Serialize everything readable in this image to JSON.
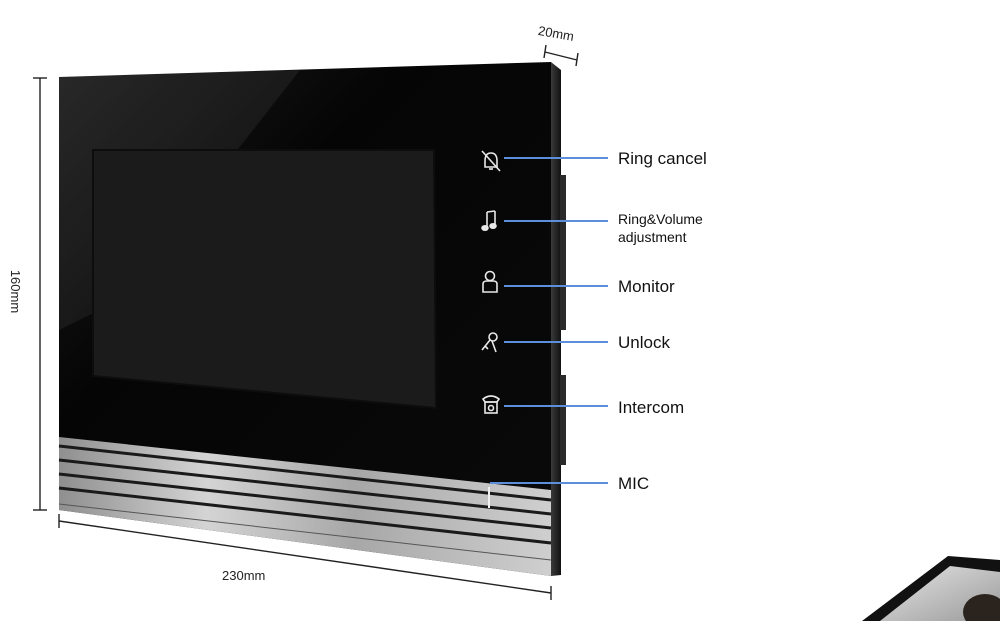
{
  "dimensions": {
    "depth": "20mm",
    "height": "160mm",
    "width": "230mm"
  },
  "callouts": {
    "ring_cancel": "Ring cancel",
    "ring_volume_line1": "Ring&Volume",
    "ring_volume_line2": "adjustment",
    "monitor": "Monitor",
    "unlock": "Unlock",
    "intercom": "Intercom",
    "mic": "MIC"
  },
  "icons": [
    "bell-off-icon",
    "music-note-icon",
    "person-icon",
    "key-icon",
    "phone-icon"
  ],
  "colors": {
    "leader_line": "#5b8fdc",
    "panel": "#0a0a0a",
    "brushed_metal": "#b9b9b9"
  }
}
